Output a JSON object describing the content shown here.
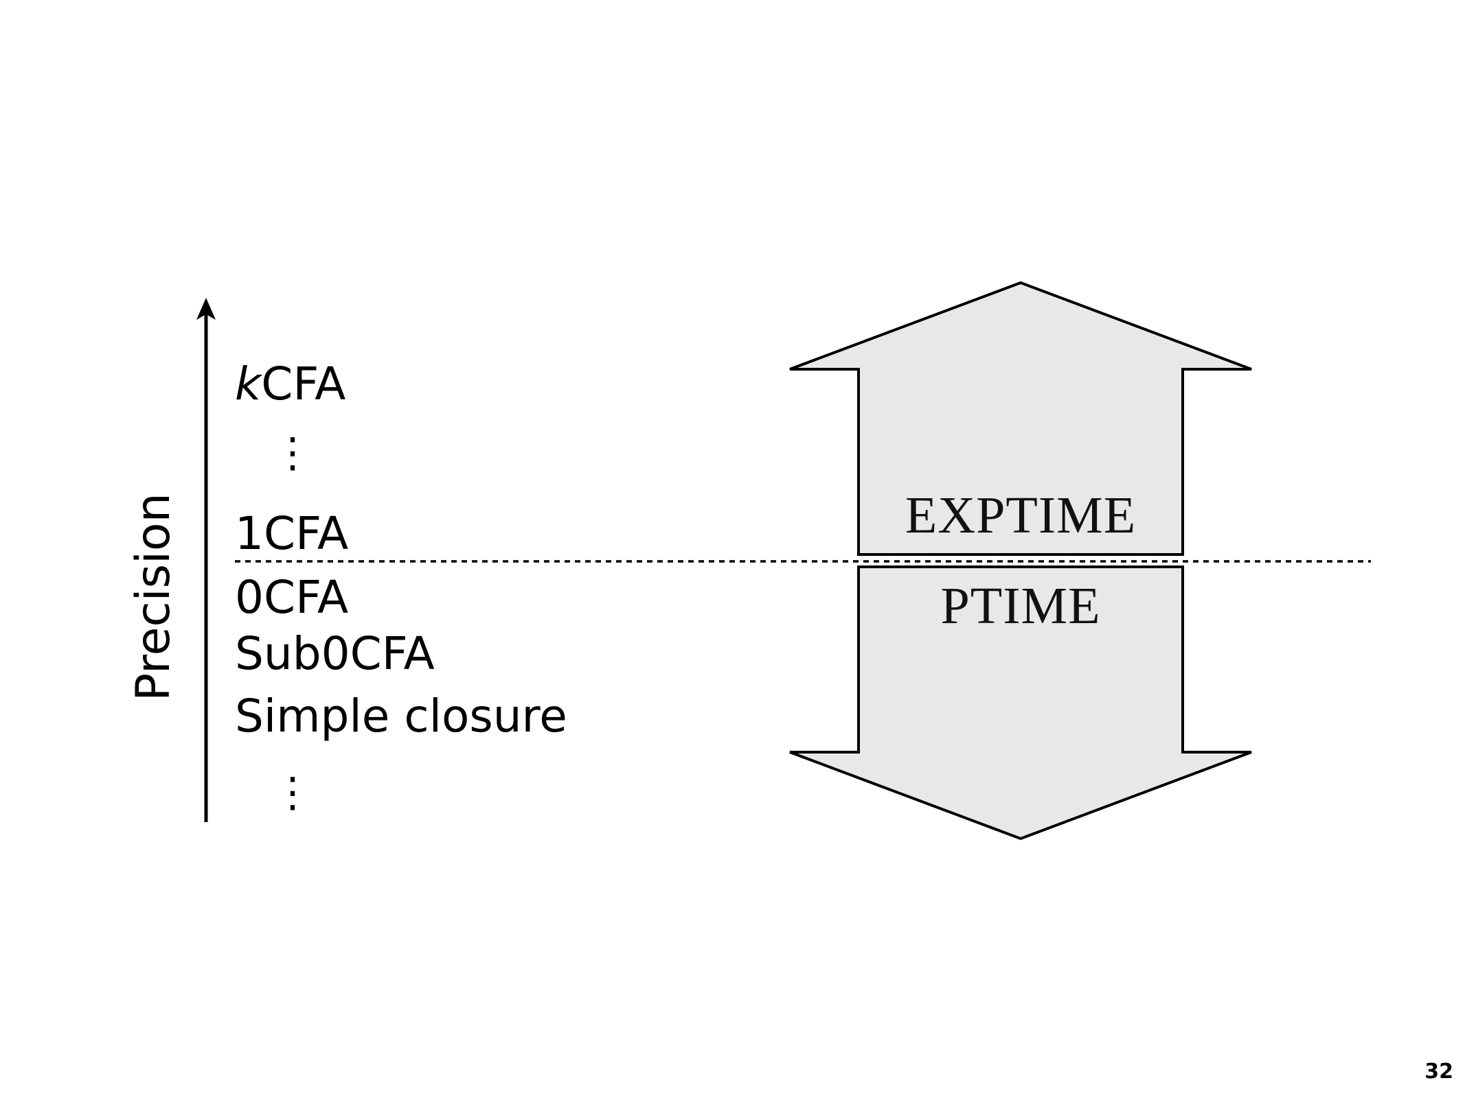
{
  "axis": {
    "label": "Precision"
  },
  "levels": {
    "kcfa_prefix": "k",
    "kcfa_suffix": "CFA",
    "dots_upper": "⋮",
    "one_cfa": "1CFA",
    "zero_cfa": "0CFA",
    "sub_zero_cfa": "Sub0CFA",
    "simple_closure": "Simple closure",
    "dots_lower": "⋮"
  },
  "complexity": {
    "upper": "EXPTIME",
    "lower": "PTIME"
  },
  "colors": {
    "arrow_fill": "#e8e8e8",
    "stroke": "#000000"
  },
  "page": {
    "number": "32"
  }
}
